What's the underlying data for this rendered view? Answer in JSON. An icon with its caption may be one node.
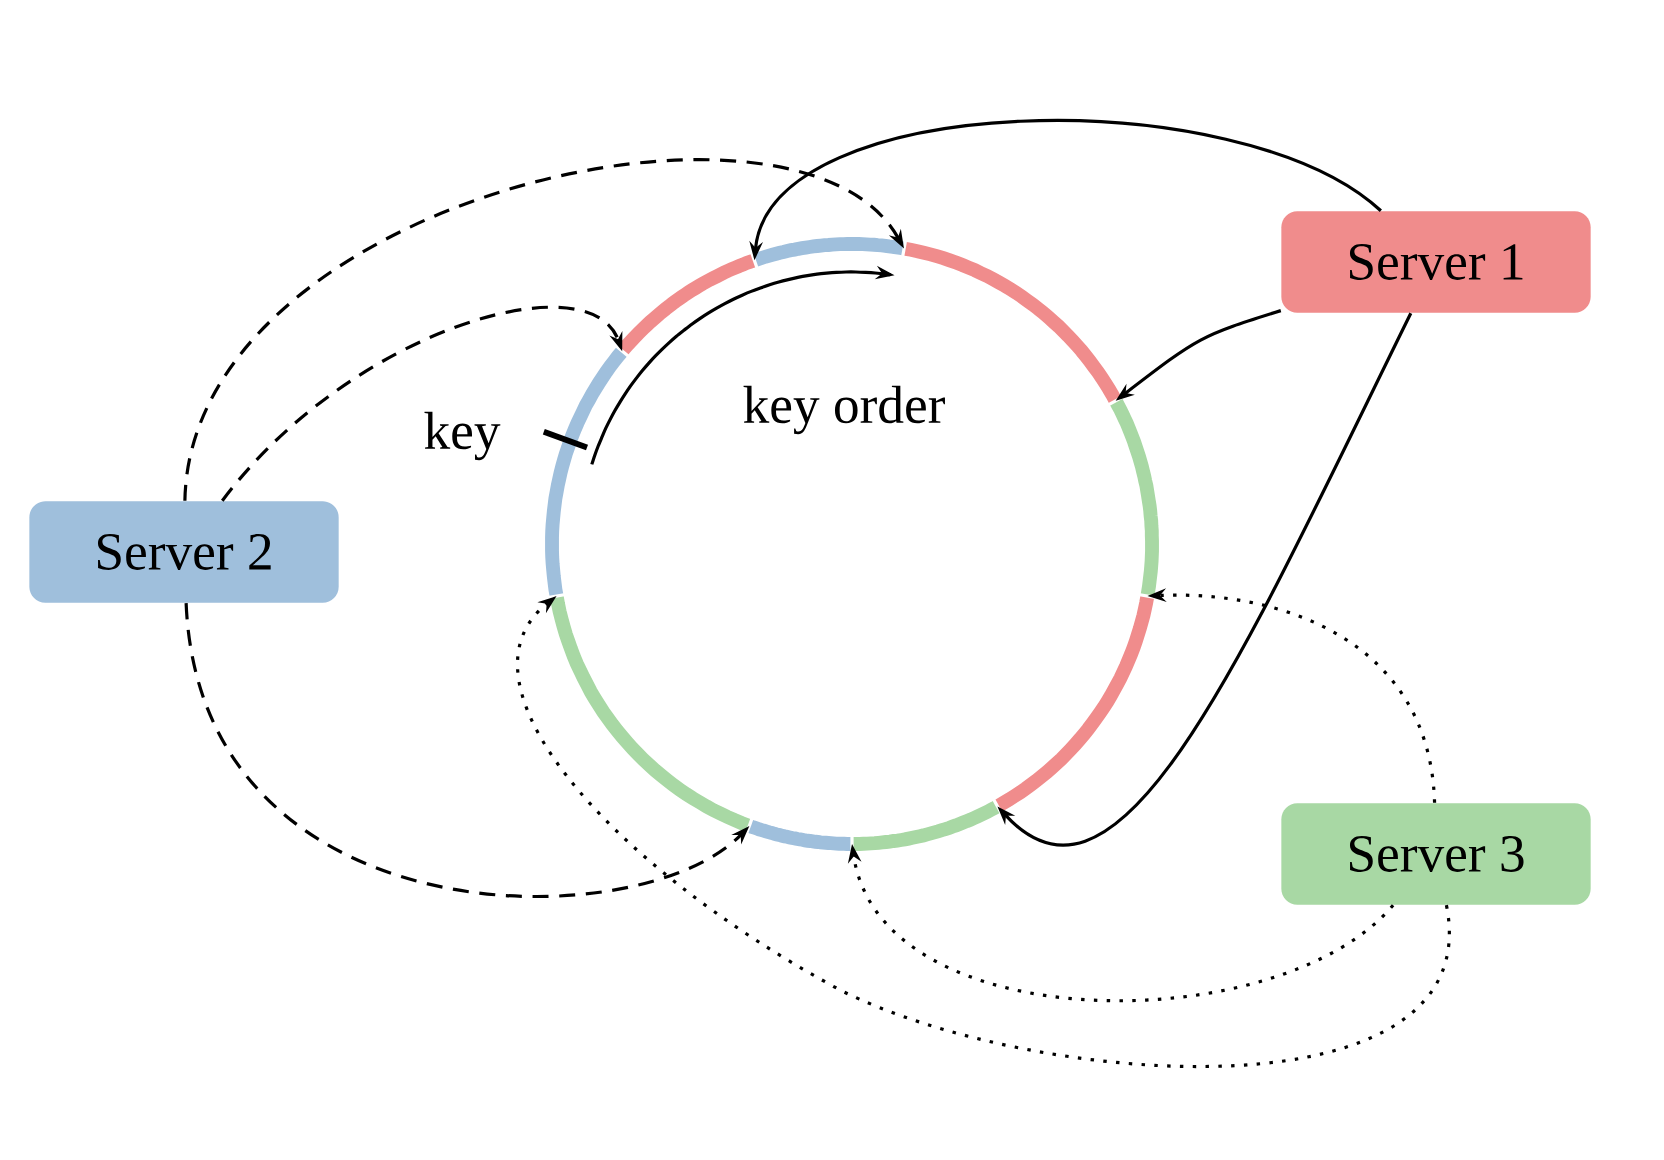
{
  "diagram": {
    "nodes": [
      {
        "text": [
          "Server 1"
        ]
      },
      {
        "text": [
          "Server 2"
        ]
      },
      {
        "text": [
          "Server 3"
        ]
      }
    ],
    "edges": [
      {
        "from": 0,
        "to": null,
        "arrow": "to"
      },
      {
        "from": 0,
        "to": null,
        "arrow": "to"
      },
      {
        "from": 0,
        "to": null,
        "arrow": "to"
      },
      {
        "from": 1,
        "to": null,
        "arrow": "to",
        "style": "dashed"
      },
      {
        "from": 1,
        "to": null,
        "arrow": "to",
        "style": "dashed"
      },
      {
        "from": 1,
        "to": null,
        "arrow": "to",
        "style": "dashed"
      },
      {
        "from": 2,
        "to": null,
        "arrow": "to",
        "style": "dashed"
      },
      {
        "from": 2,
        "to": null,
        "arrow": "to",
        "style": "dashed"
      },
      {
        "from": 2,
        "to": null,
        "arrow": "to",
        "style": "dashed"
      }
    ],
    "labels": [
      "key",
      "key order"
    ]
  }
}
